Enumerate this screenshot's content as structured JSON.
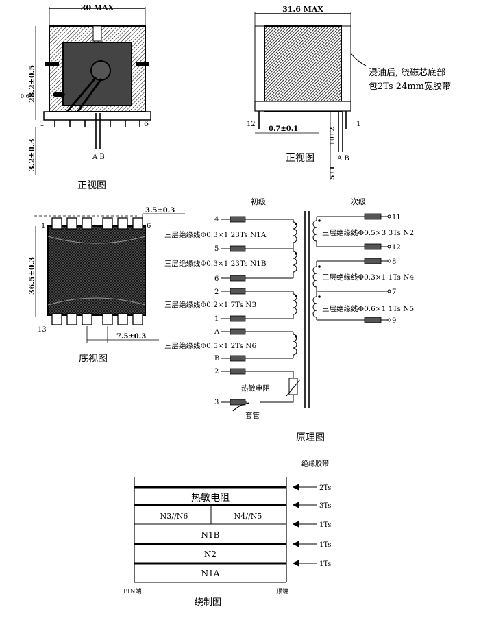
{
  "front_left": {
    "dim_top": "30 MAX",
    "dim_height": "28.2±0.5",
    "dim_pin": "3.2±0.3",
    "left_mark": "0.6",
    "pin_left": "1",
    "pin_right": "6",
    "wire_labels": "A B",
    "caption": "正视图"
  },
  "front_right": {
    "dim_top": "31.6 MAX",
    "note_line1": "浸油后, 绕磁芯底部",
    "note_line2": "包2Ts 24mm宽胶带",
    "pin_left": "12",
    "pin_right": "1",
    "dim_bottom": "0.7±0.1",
    "dim_small1": "10±2",
    "dim_small2": "5±1",
    "wire_labels": "A B",
    "caption": "正视图"
  },
  "bottom_view": {
    "dim_top": "3.5±0.3",
    "dim_side": "36.5±0.3",
    "dim_bottom": "7.5±0.3",
    "pin_tl": "1",
    "pin_tr": "6",
    "pin_bl": "13",
    "caption": "底视图"
  },
  "schematic": {
    "primary_title": "初级",
    "secondary_title": "次级",
    "primary_pins": [
      "4",
      "5",
      "6",
      "2",
      "1",
      "A",
      "B",
      "2",
      "3"
    ],
    "primary_windings": [
      "三层绝缘线Φ0.3×1 23Ts N1A",
      "三层绝缘线Φ0.3×1 23Ts N1B",
      "三层绝缘线Φ0.2×1 7Ts N3",
      "三层绝缘线Φ0.5×1 2Ts N6"
    ],
    "secondary_pins": [
      "11",
      "12",
      "8",
      "7",
      "9"
    ],
    "secondary_windings": [
      "三层绝缘线Φ0.5×3 3Ts N2",
      "三层绝缘线Φ0.3×1 1Ts N4",
      "三层绝缘线Φ0.6×1 1Ts N5"
    ],
    "thermistor": "热敏电阻",
    "sleeve": "套管",
    "caption": "原理图"
  },
  "winding": {
    "tape_header": "绝缘胶带",
    "layers": [
      "热敏电阻",
      "N3//N6",
      "N4//N5",
      "N1B",
      "N2",
      "N1A"
    ],
    "tapes": [
      "2Ts",
      "3Ts",
      "1Ts",
      "1Ts",
      "1Ts"
    ],
    "pin_side": "PIN端",
    "top_side": "顶端",
    "caption": "绕制图"
  }
}
